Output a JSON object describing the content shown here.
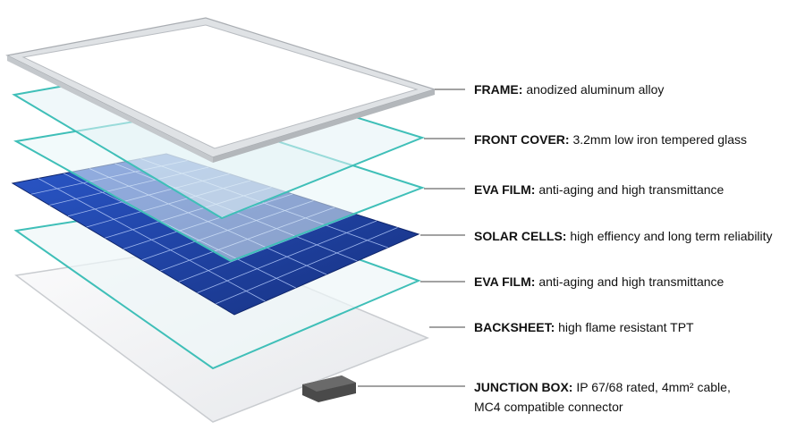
{
  "layers": [
    {
      "name": "FRAME:",
      "desc": " anodized aluminum alloy"
    },
    {
      "name": "FRONT COVER:",
      "desc": "3.2mm low iron tempered glass"
    },
    {
      "name": "EVA FILM:",
      "desc": "anti-aging and high transmittance"
    },
    {
      "name": "SOLAR CELLS:",
      "desc": "high effiency and long term reliability"
    },
    {
      "name": "EVA FILM:",
      "desc": "anti-aging and high transmittance"
    },
    {
      "name": "BACKSHEET:",
      "desc": "high flame resistant TPT"
    },
    {
      "name": "JUNCTION BOX:",
      "desc": "IP 67/68 rated, 4mm² cable,",
      "desc2": "MC4 compatible  connector"
    }
  ],
  "colors": {
    "frame": "#d9dde0",
    "glass_edge": "#3fbfb8",
    "glass_fill": "#e6f4f6",
    "cell": "#1b3fa6",
    "backsheet": "#f1f2f4",
    "junction_box": "#4a4a4a"
  }
}
